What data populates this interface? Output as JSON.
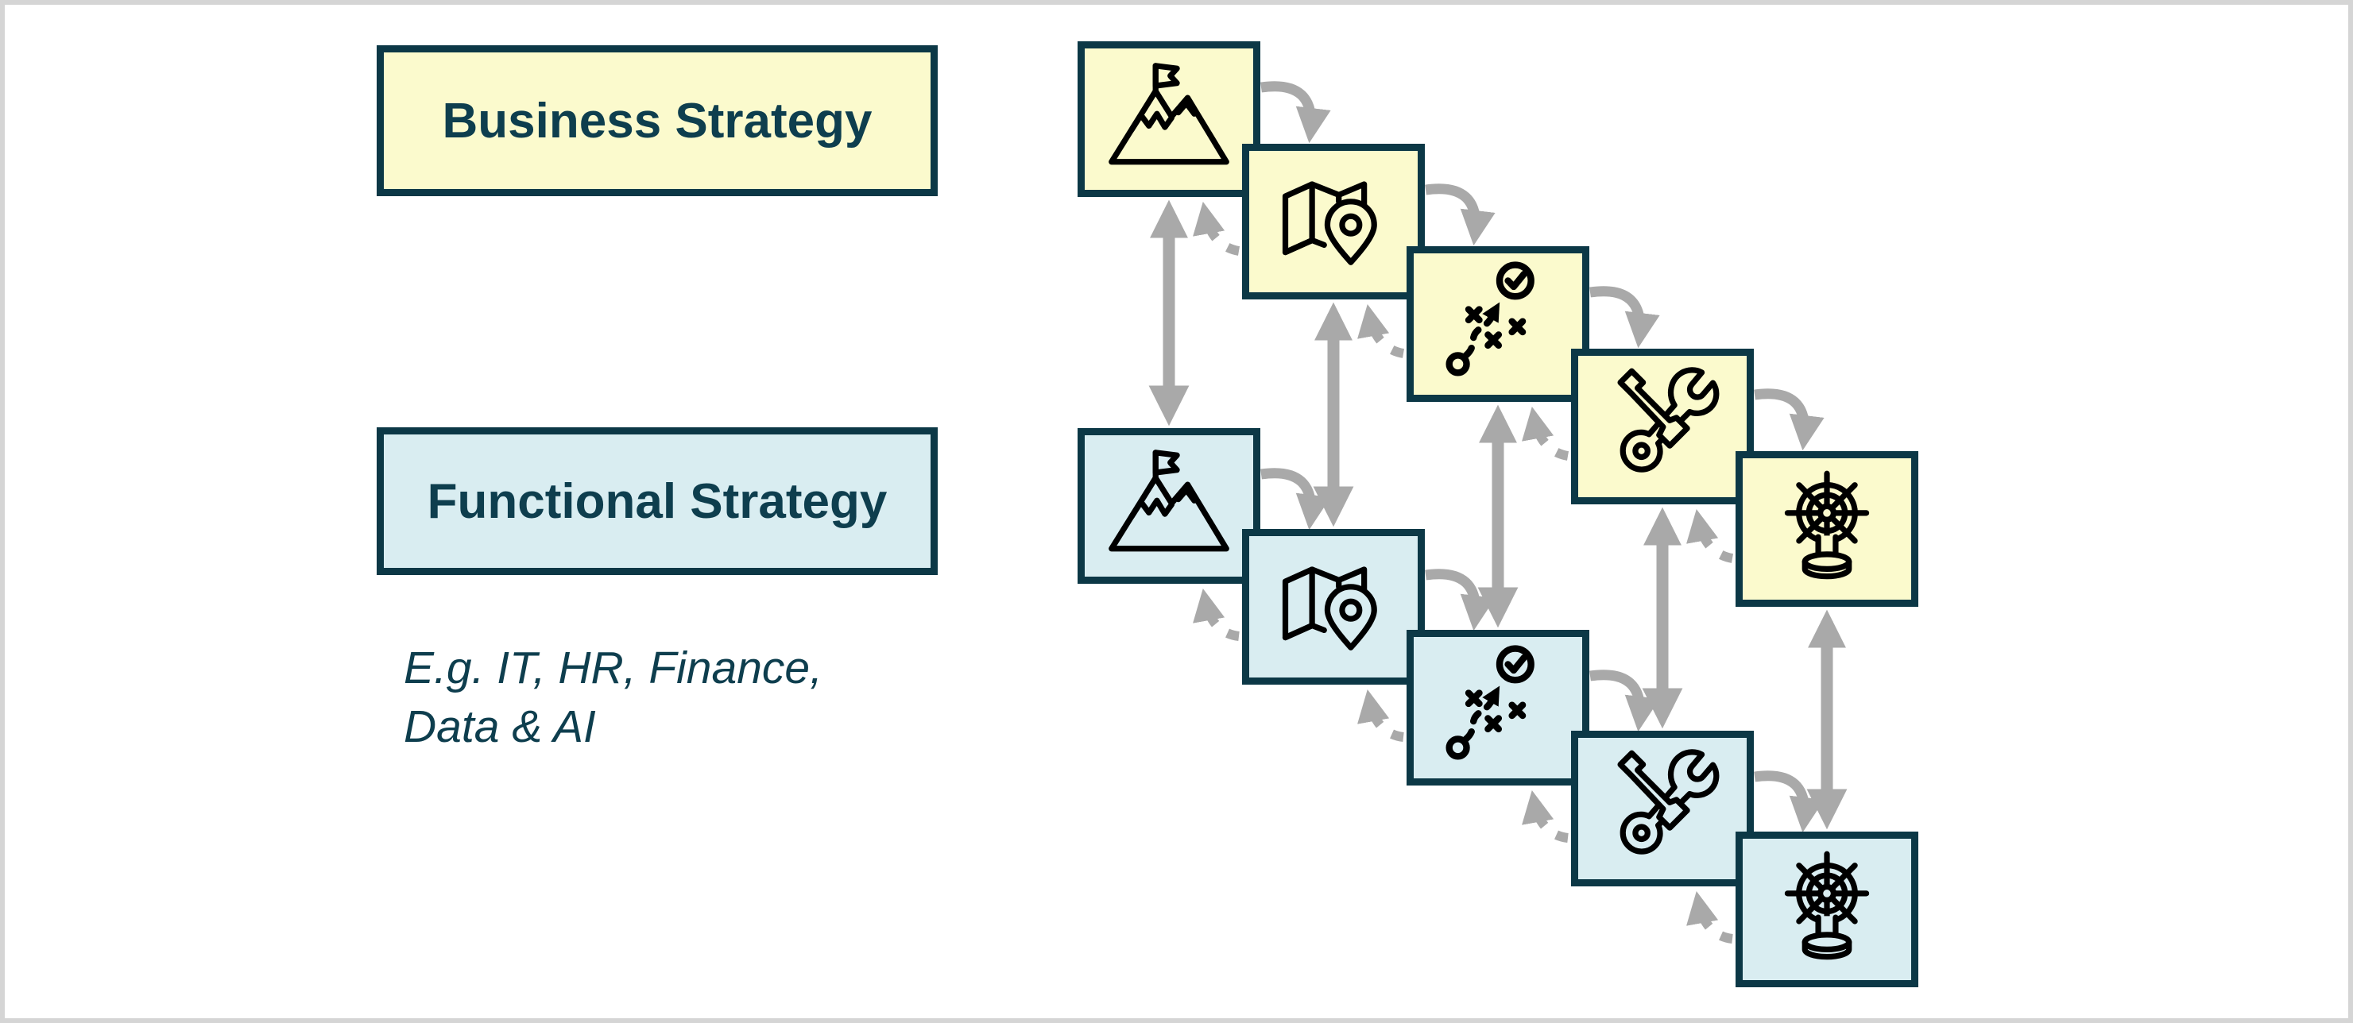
{
  "legend": {
    "business_label": "Business Strategy",
    "functional_label": "Functional Strategy",
    "functional_note_lines": [
      "E.g. IT, HR, Finance,",
      "Data & AI"
    ]
  },
  "colors": {
    "business_fill": "#FBFACD",
    "functional_fill": "#D9EDF1",
    "box_border": "#0C3846",
    "text": "#0E3E4E",
    "arrow_gray": "#A9A9A9",
    "icon_stroke": "#000000",
    "frame_gray": "#D5D5D5",
    "background": "#FFFFFF"
  },
  "cascade": {
    "rows": [
      {
        "id": "business",
        "fill": "business_fill"
      },
      {
        "id": "functional",
        "fill": "functional_fill"
      }
    ],
    "stages": [
      {
        "id": "summit",
        "icon": "mountain-summit-flag-icon"
      },
      {
        "id": "map",
        "icon": "map-location-icon"
      },
      {
        "id": "tactics",
        "icon": "tactics-plan-icon"
      },
      {
        "id": "tools",
        "icon": "tools-icon"
      },
      {
        "id": "helm",
        "icon": "ship-wheel-icon"
      }
    ],
    "arrow_types": {
      "forward": "cascade-forward-arrow",
      "feedback": "cascade-feedback-arrow",
      "alignment": "alignment-arrow"
    }
  }
}
